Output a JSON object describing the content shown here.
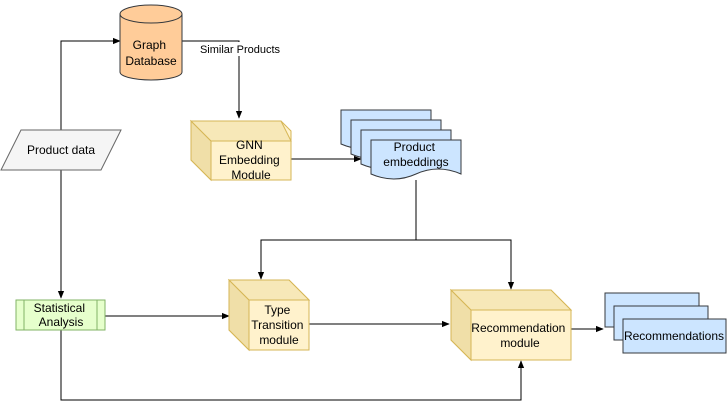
{
  "nodes": {
    "graph_db": {
      "lines": [
        "Graph",
        "Database"
      ],
      "fill": "#FFCC99",
      "stroke": "#36393D"
    },
    "product_data": {
      "lines": [
        "Product data"
      ],
      "fill": "#F5F5F5",
      "stroke": "#666666"
    },
    "gnn": {
      "lines": [
        "GNN",
        "Embedding",
        "Module"
      ],
      "fill": "#FFF2CC",
      "stroke": "#D6B656"
    },
    "product_emb": {
      "lines": [
        "Product",
        "embeddings"
      ],
      "fill": "#CCE5FF",
      "stroke": "#36393D"
    },
    "stats": {
      "lines": [
        "Statistical",
        "Analysis"
      ],
      "fill": "#E6FFCC",
      "stroke": "#82B366"
    },
    "type_transition": {
      "lines": [
        "Type",
        "Transition",
        "module"
      ],
      "fill": "#FFF2CC",
      "stroke": "#D6B656"
    },
    "recommendation": {
      "lines": [
        "Recommendation",
        "module"
      ],
      "fill": "#FFF2CC",
      "stroke": "#D6B656"
    },
    "recommendations": {
      "lines": [
        "Recommendations"
      ],
      "fill": "#CCE5FF",
      "stroke": "#36393D"
    }
  },
  "edges": {
    "similar_products_label": "Similar Products"
  },
  "colors": {
    "edge": "#000000"
  }
}
